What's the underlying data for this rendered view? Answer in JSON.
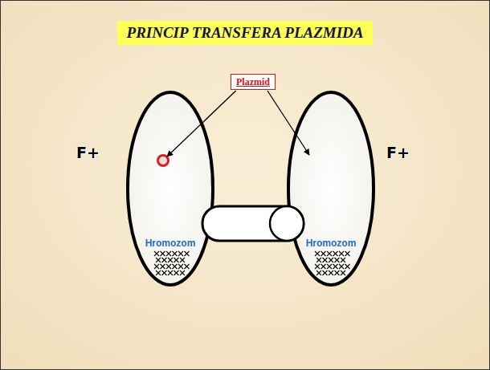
{
  "diagram": {
    "title": "PRINCIP TRANSFERA PLAZMIDA",
    "nodes": [
      {
        "text": [
          "Plazmid"
        ]
      },
      {
        "text": [
          "F+",
          "Hromozom"
        ]
      },
      {
        "text": [
          "F+",
          "Hromozom"
        ]
      }
    ],
    "edges": [
      {
        "from": 0,
        "to": 1,
        "arrow": "to"
      },
      {
        "from": 0,
        "to": 2,
        "arrow": "to"
      }
    ]
  }
}
